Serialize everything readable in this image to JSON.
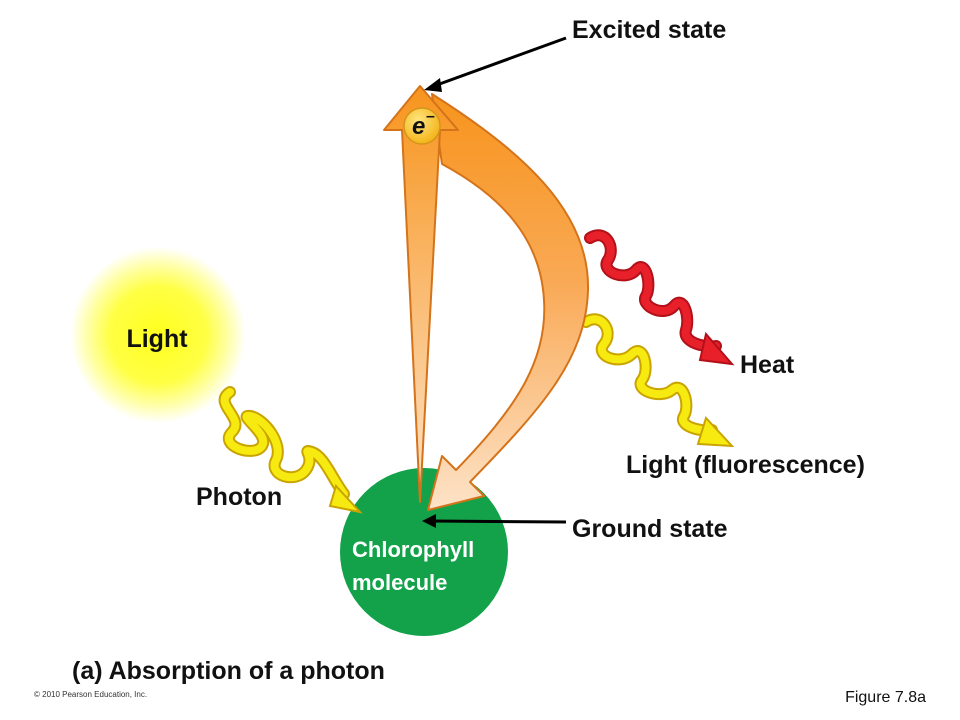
{
  "labels": {
    "excited_state": "Excited state",
    "heat": "Heat",
    "light_fluorescence": "Light (fluorescence)",
    "ground_state": "Ground state",
    "light": "Light",
    "photon": "Photon",
    "chlorophyll_line1": "Chlorophyll",
    "chlorophyll_line2": "molecule",
    "electron": "e",
    "electron_superscript": "–",
    "caption": "(a) Absorption of a photon",
    "copyright": "© 2010 Pearson Education, Inc.",
    "figure_number": "Figure 7.8a"
  },
  "colors": {
    "sun_core": "#ffff3a",
    "sun_halo": "#ffffff",
    "chlorophyll": "#13a24a",
    "photon_wave": "#f7ea10",
    "heat_wave": "#e8202a",
    "energy_arrow_top": "#f7941d",
    "energy_arrow_bottom": "#fde3c8",
    "electron": "#f9c431"
  }
}
